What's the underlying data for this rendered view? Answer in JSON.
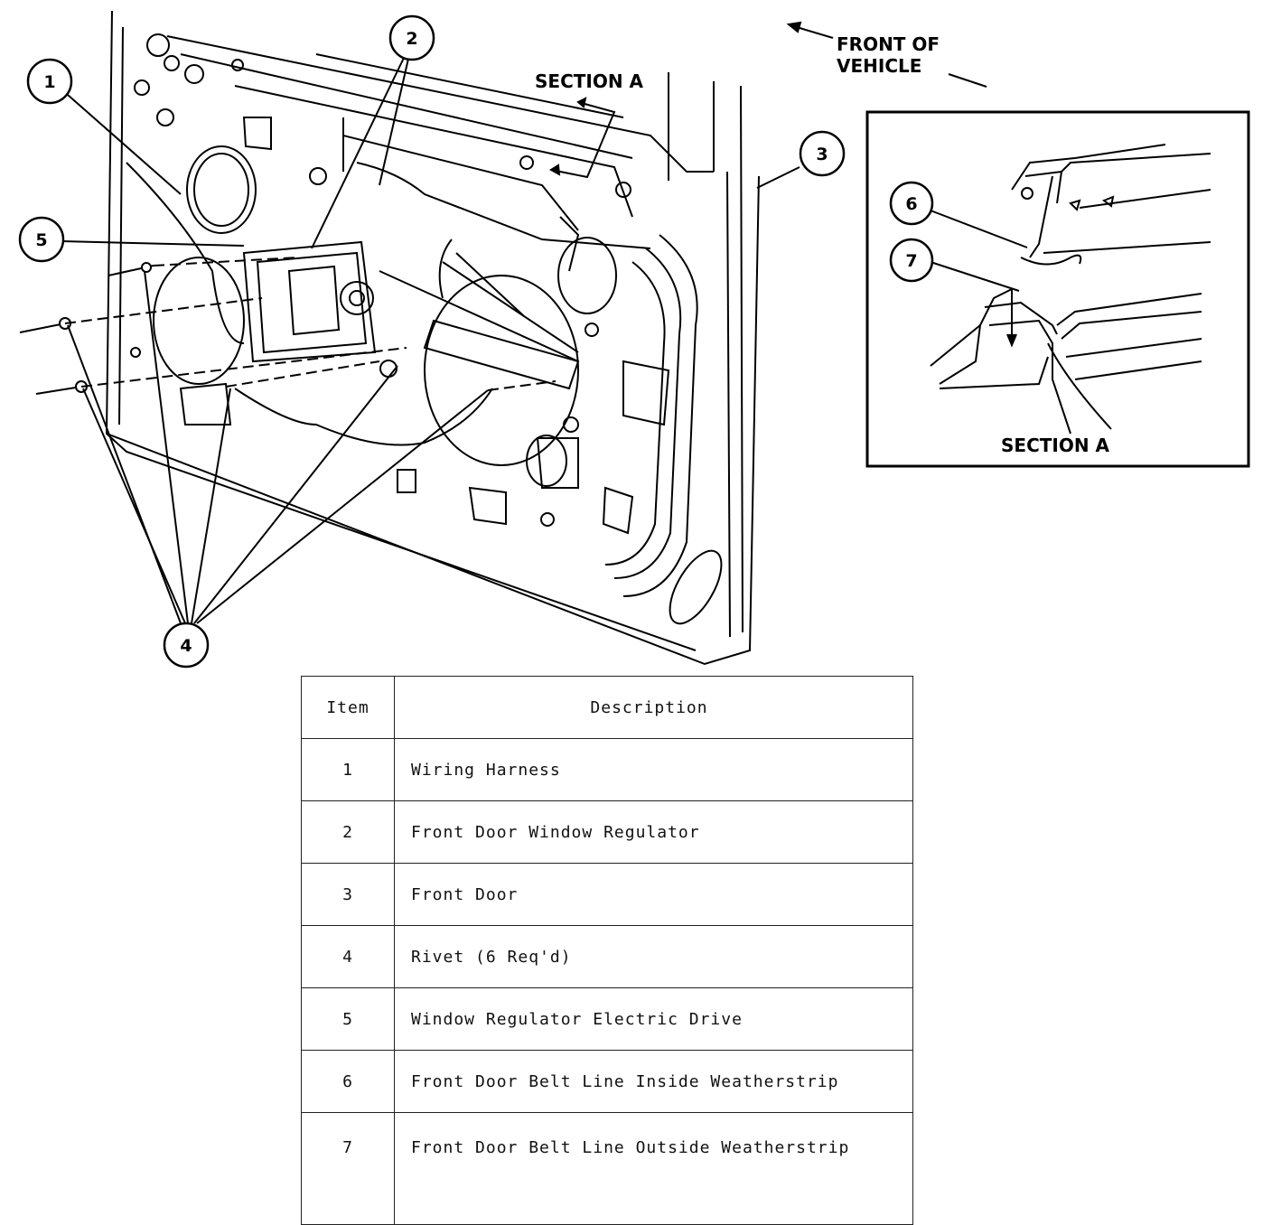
{
  "diagram": {
    "callouts": [
      "1",
      "2",
      "3",
      "4",
      "5",
      "6",
      "7"
    ],
    "section_label": "SECTION A",
    "front_label_line1": "FRONT OF",
    "front_label_line2": "VEHICLE",
    "inset_section_label": "SECTION A"
  },
  "legend": {
    "header_item": "Item",
    "header_description": "Description",
    "rows": [
      {
        "item": "1",
        "description": "Wiring Harness"
      },
      {
        "item": "2",
        "description": "Front Door Window Regulator"
      },
      {
        "item": "3",
        "description": "Front Door"
      },
      {
        "item": "4",
        "description": "Rivet (6 Req'd)"
      },
      {
        "item": "5",
        "description": "Window Regulator Electric Drive"
      },
      {
        "item": "6",
        "description": "Front Door Belt Line Inside Weatherstrip"
      },
      {
        "item": "7",
        "description": "Front Door Belt Line Outside Weatherstrip"
      }
    ]
  }
}
